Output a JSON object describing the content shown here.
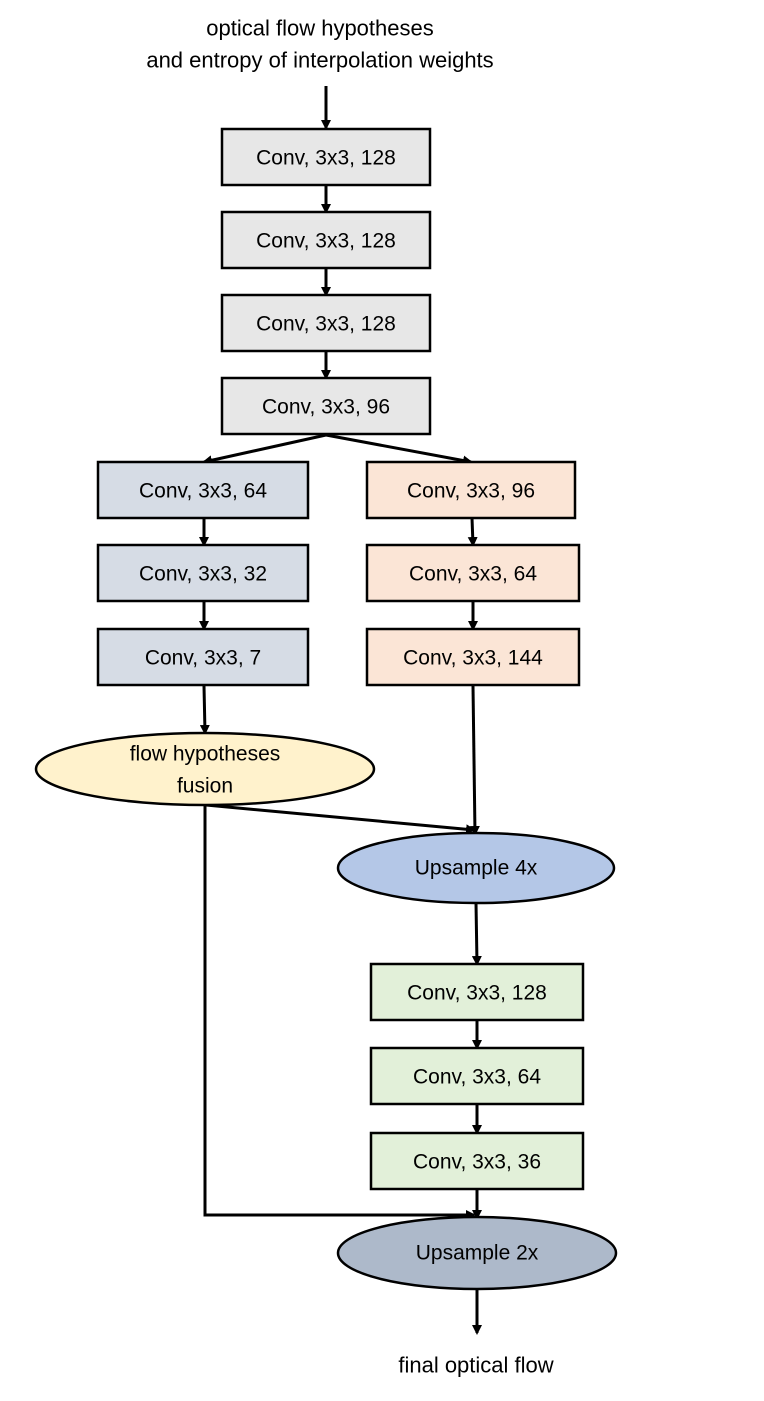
{
  "input_caption": {
    "line1": "optical flow hypotheses",
    "line2": "and entropy of interpolation weights"
  },
  "output_caption": "final optical flow",
  "trunk": [
    "Conv, 3x3, 128",
    "Conv, 3x3, 128",
    "Conv, 3x3, 128",
    "Conv, 3x3, 96"
  ],
  "left_branch": [
    "Conv, 3x3, 64",
    "Conv, 3x3, 32",
    "Conv, 3x3, 7"
  ],
  "right_branch": [
    "Conv, 3x3, 96",
    "Conv, 3x3, 64",
    "Conv, 3x3, 144"
  ],
  "fusion": {
    "line1": "flow hypotheses",
    "line2": "fusion"
  },
  "upsample_4x": "Upsample 4x",
  "refine": [
    "Conv, 3x3, 128",
    "Conv, 3x3, 64",
    "Conv, 3x3, 36"
  ],
  "upsample_2x": "Upsample 2x",
  "colors": {
    "trunk_fill": "#e7e7e7",
    "left_branch_fill": "#d6dce5",
    "right_branch_fill": "#fbe5d6",
    "fusion_fill": "#fff2cc",
    "upsample_4x_fill": "#b4c7e7",
    "refine_fill": "#e2f0d9",
    "upsample_2x_fill": "#adb9ca",
    "stroke": "#000000"
  }
}
